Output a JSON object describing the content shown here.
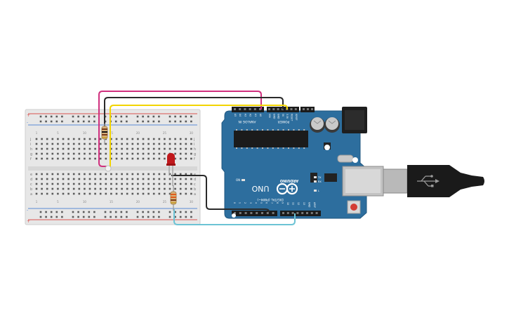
{
  "breadboard": {
    "columns": 30,
    "row_letters_top": [
      "j",
      "i",
      "h",
      "g",
      "f"
    ],
    "row_letters_bottom": [
      "e",
      "d",
      "c",
      "b",
      "a"
    ],
    "rail_plus": "+",
    "rail_minus": "-"
  },
  "arduino": {
    "logo": "ARDUINO",
    "model": "UNO",
    "power_label": "POWER",
    "analog_label": "ANALOG IN",
    "digital_label": "DIGITAL (PWM~)",
    "analog_pins": [
      "A5",
      "A4",
      "A3",
      "A2",
      "A1",
      "A0"
    ],
    "power_pins": [
      "VIN",
      "GND",
      "GND",
      "5V",
      "3.3V",
      "RESET",
      "IOREF"
    ],
    "digital_pins": [
      "0",
      "1",
      "2",
      "3",
      "4",
      "5",
      "6",
      "7",
      "8",
      "9",
      "10",
      "11",
      "12",
      "13",
      "GND",
      "AREF"
    ],
    "led_labels": {
      "on": "ON",
      "tx": "TX",
      "rx": "RX",
      "l": "L"
    }
  },
  "colors": {
    "board": "#2d6e9e",
    "board_edge": "#1f567f",
    "breadboard": "#e6e6e6",
    "rail_red": "#d9534f",
    "rail_blue": "#5b8bd6",
    "wire_magenta": "#d0307e",
    "wire_black": "#2a2a2a",
    "wire_yellow": "#f2d400",
    "wire_cyan": "#6cc3d5",
    "led_red": "#c0181c",
    "usb_cable": "#1a1a1a"
  },
  "components": {
    "resistor_1": "resistor",
    "resistor_2": "resistor",
    "led": "led",
    "usb": "usb-cable"
  }
}
